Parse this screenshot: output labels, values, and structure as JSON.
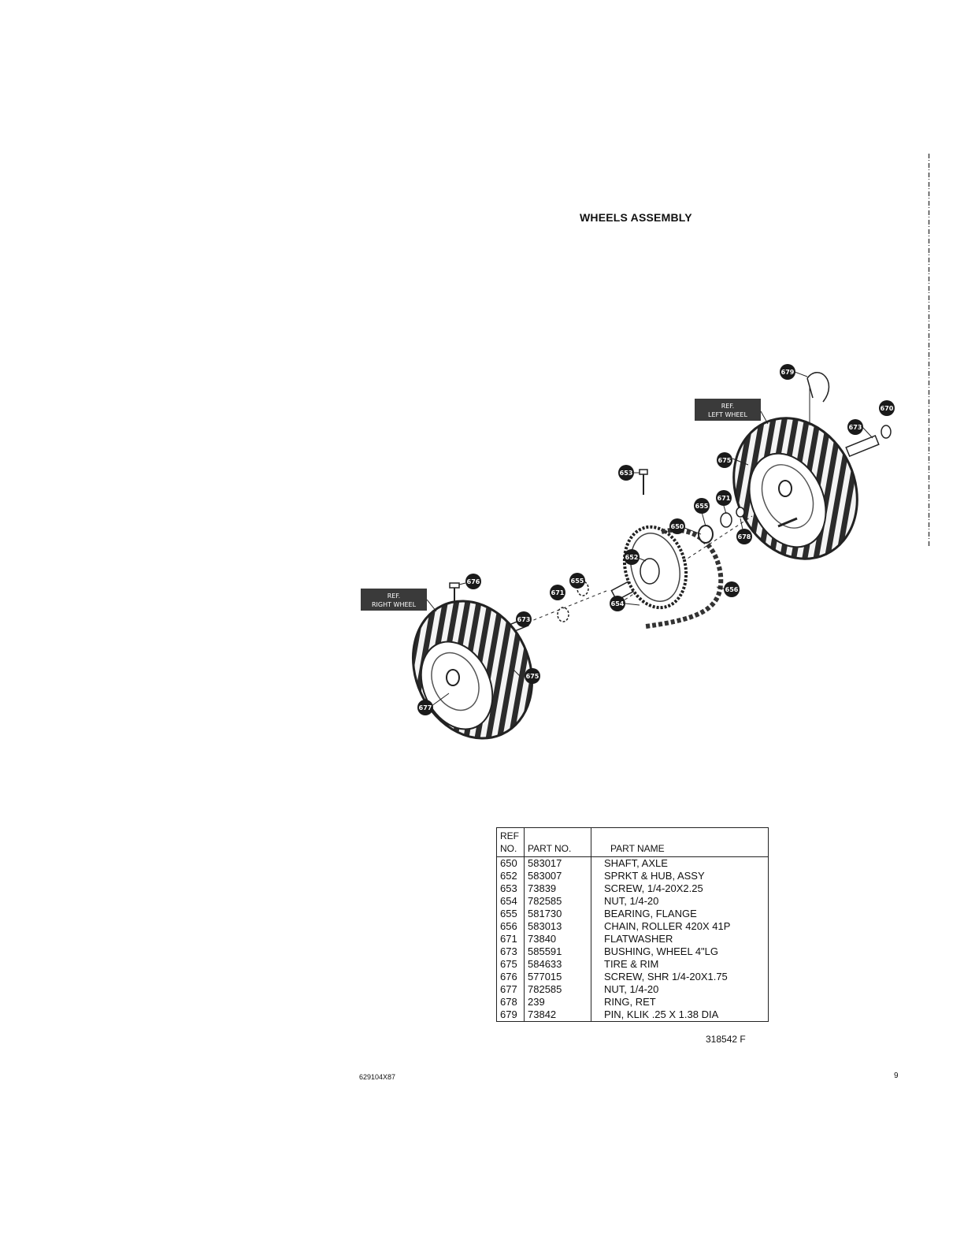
{
  "page": {
    "title": "WHEELS ASSEMBLY",
    "drawing_number": "318542 F",
    "footer_code": "629104X87",
    "page_number": "9"
  },
  "diagram": {
    "ref_left_wheel": [
      "REF.",
      "LEFT WHEEL"
    ],
    "ref_right_wheel": [
      "REF.",
      "RIGHT WHEEL"
    ],
    "callouts": {
      "left_top": "679",
      "left_end": "670",
      "left_bushing": "673",
      "left_tire": "675",
      "screw": "653",
      "bearing": "655",
      "washer": "671",
      "shaft": "650",
      "ring": "678",
      "sprocket": "652",
      "chain": "656",
      "nut": "654",
      "right_bearing": "655",
      "right_washer": "671",
      "right_screw": "676",
      "right_bushing": "673",
      "right_tire": "675",
      "right_nut": "677"
    },
    "colors": {
      "callout": "#1a1a1a",
      "tire": "#2b2b2b",
      "label_bg": "#3a3a3a"
    }
  },
  "parts_table": {
    "headers": {
      "ref": [
        "REF",
        "NO."
      ],
      "part_no": "PART NO.",
      "part_name": "PART NAME"
    },
    "rows": [
      {
        "ref": "650",
        "part_no": "583017",
        "name": "SHAFT, AXLE"
      },
      {
        "ref": "652",
        "part_no": "583007",
        "name": "SPRKT & HUB, ASSY"
      },
      {
        "ref": "653",
        "part_no": "73839",
        "name": "SCREW, 1/4-20X2.25"
      },
      {
        "ref": "654",
        "part_no": "782585",
        "name": "NUT, 1/4-20"
      },
      {
        "ref": "655",
        "part_no": "581730",
        "name": "BEARING, FLANGE"
      },
      {
        "ref": "656",
        "part_no": "583013",
        "name": "CHAIN, ROLLER 420X 41P"
      },
      {
        "ref": "671",
        "part_no": "73840",
        "name": "FLATWASHER"
      },
      {
        "ref": "673",
        "part_no": "585591",
        "name": "BUSHING, WHEEL 4\"LG"
      },
      {
        "ref": "675",
        "part_no": "584633",
        "name": "TIRE & RIM"
      },
      {
        "ref": "676",
        "part_no": "577015",
        "name": "SCREW, SHR 1/4-20X1.75"
      },
      {
        "ref": "677",
        "part_no": "782585",
        "name": "NUT, 1/4-20"
      },
      {
        "ref": "678",
        "part_no": "239",
        "name": "RING, RET"
      },
      {
        "ref": "679",
        "part_no": "73842",
        "name": "PIN, KLIK .25 X 1.38 DIA"
      }
    ]
  }
}
